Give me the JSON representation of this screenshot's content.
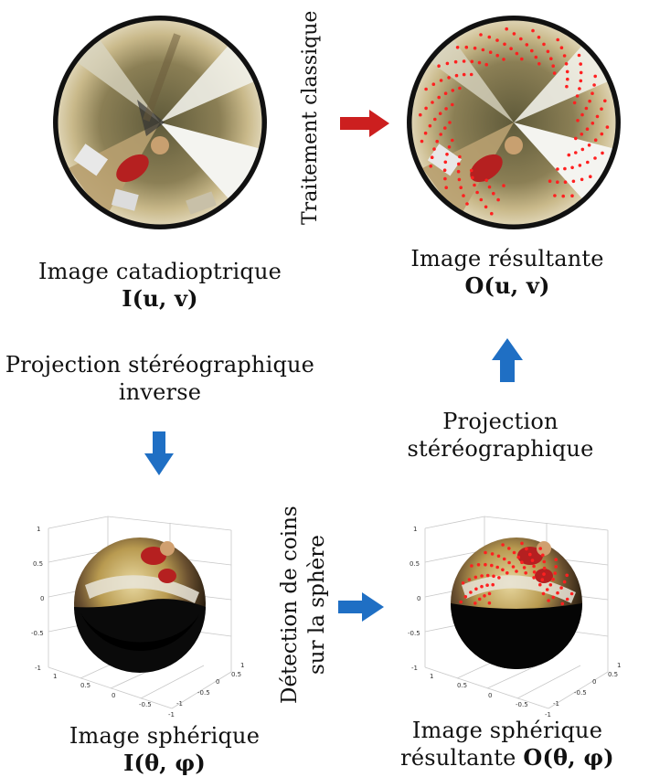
{
  "top_left": {
    "caption": "Image  catadioptrique",
    "formula": "I(u, v)"
  },
  "top_right": {
    "caption": "Image résultante",
    "formula": "O(u, v)"
  },
  "bottom_left": {
    "caption": "Image  sphérique",
    "formula": "I(θ, φ)"
  },
  "bottom_right": {
    "caption_line1": "Image  sphérique",
    "caption_line2_text": "résultante ",
    "formula": "O(θ, φ)"
  },
  "labels": {
    "traitement": "Traitement classique",
    "projection_inverse_line1": "Projection stéréographique",
    "projection_inverse_line2": "inverse",
    "projection": "Projection stéréographique",
    "detection_line1": "Détection de coins",
    "detection_line2": "sur  la  sphère"
  },
  "axes": {
    "z_ticks": [
      "1",
      "0.5",
      "0",
      "-0.5",
      "-1"
    ],
    "x_ticks": [
      "1",
      "0.5",
      "0",
      "-0.5",
      "-1"
    ],
    "y_ticks": [
      "-1",
      "-0.5",
      "0",
      "0.5",
      "1"
    ]
  },
  "colors": {
    "arrow_red": "#cc1f1f",
    "arrow_blue": "#1f6fc4",
    "corner_red": "#ff2020"
  }
}
